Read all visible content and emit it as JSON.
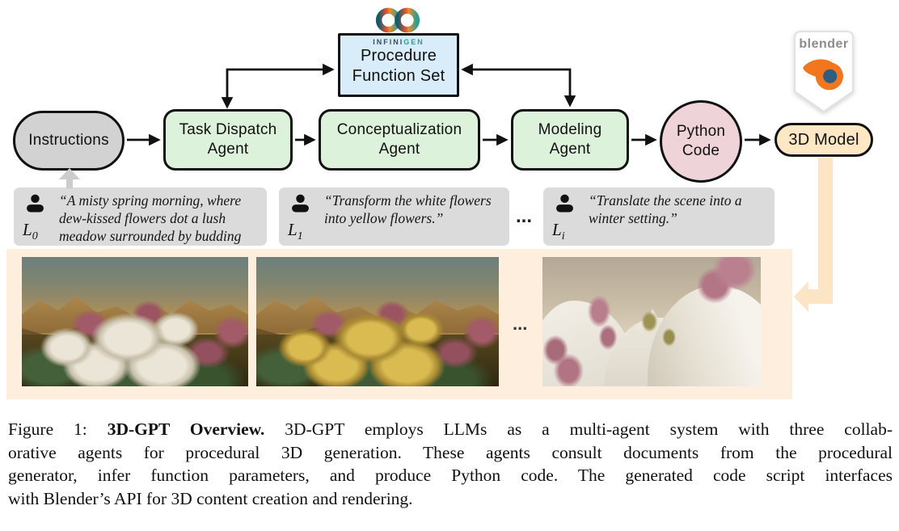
{
  "figure": {
    "infinigen": {
      "wordmark_prefix": "INFINI",
      "wordmark_suffix": "GEN"
    },
    "procedure_box_label": "Procedure\nFunction Set",
    "blender_wordmark": "blender",
    "nodes": {
      "instructions": "Instructions",
      "task_dispatch": "Task Dispatch\nAgent",
      "conceptualization": "Conceptualization\nAgent",
      "modeling": "Modeling\nAgent",
      "python_code": "Python\nCode",
      "model_3d": "3D Model"
    },
    "prompts": [
      {
        "label": "L",
        "sub": "0",
        "text": "“A misty spring morning, where dew-kissed flowers dot a lush meadow surrounded by budding trees. ”"
      },
      {
        "label": "L",
        "sub": "1",
        "text": "“Transform the white flowers into yellow flowers.”"
      },
      {
        "label": "L",
        "sub": "i",
        "text": "“Translate the scene into a winter setting.”"
      }
    ],
    "prompt_ellipsis": "...",
    "image_ellipsis": "...",
    "scenes": [
      "spring-meadow-white-flowers",
      "spring-meadow-yellow-flowers",
      "winter-snow-scene"
    ]
  },
  "caption": {
    "l1a": "Figure 1: ",
    "l1b": "3D-GPT Overview.",
    "l1c": " 3D-GPT employs LLMs as a multi-agent system with three collab-",
    "l2": "orative agents for procedural 3D generation. These agents consult documents from the procedural",
    "l3": "generator, infer function parameters, and produce Python code. The generated code script interfaces",
    "l4": "with Blender’s API for 3D content creation and rendering."
  },
  "colors": {
    "procedure_box": "#d8ecf9",
    "agent_box": "#ddf2da",
    "instructions_box": "#d2d2d2",
    "python_circle": "#eed3d9",
    "model_box": "#fde7c5",
    "prompt_box": "#dbdbdb",
    "strip_bg": "#fdeedd",
    "strip_arrow": "#fbe5c4",
    "blender_orange": "#f0771f",
    "blender_blue": "#2f5d82",
    "infinigen_teal": "#2aa08e"
  }
}
